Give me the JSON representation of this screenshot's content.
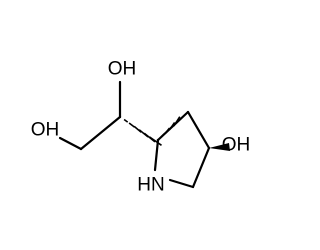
{
  "molecule": {
    "atoms": {
      "oh_top": "OH",
      "oh_left": "OH",
      "oh_right": "OH",
      "nh": "HN"
    },
    "colors": {
      "ink": "#000000",
      "background": "#ffffff"
    }
  }
}
